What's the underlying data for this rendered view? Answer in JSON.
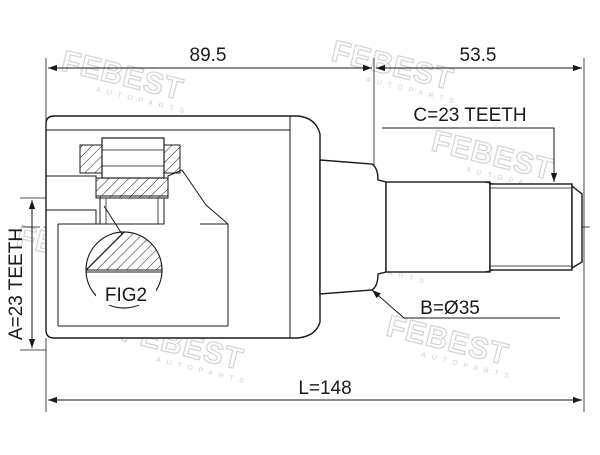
{
  "dimensions": {
    "housing_length": "89.5",
    "shaft_length": "53.5",
    "total_length": "L=148",
    "outer_spline": "C=23 TEETH",
    "inner_spline": "A=23 TEETH",
    "seal_diameter": "B=Ø35"
  },
  "detail_label": "FIG2",
  "watermark": {
    "brand": "FEBEST",
    "sub": "AUTOPARTS"
  },
  "colors": {
    "line": "#1a1a1a",
    "watermark": "#d6d6d6",
    "background": "#ffffff"
  }
}
